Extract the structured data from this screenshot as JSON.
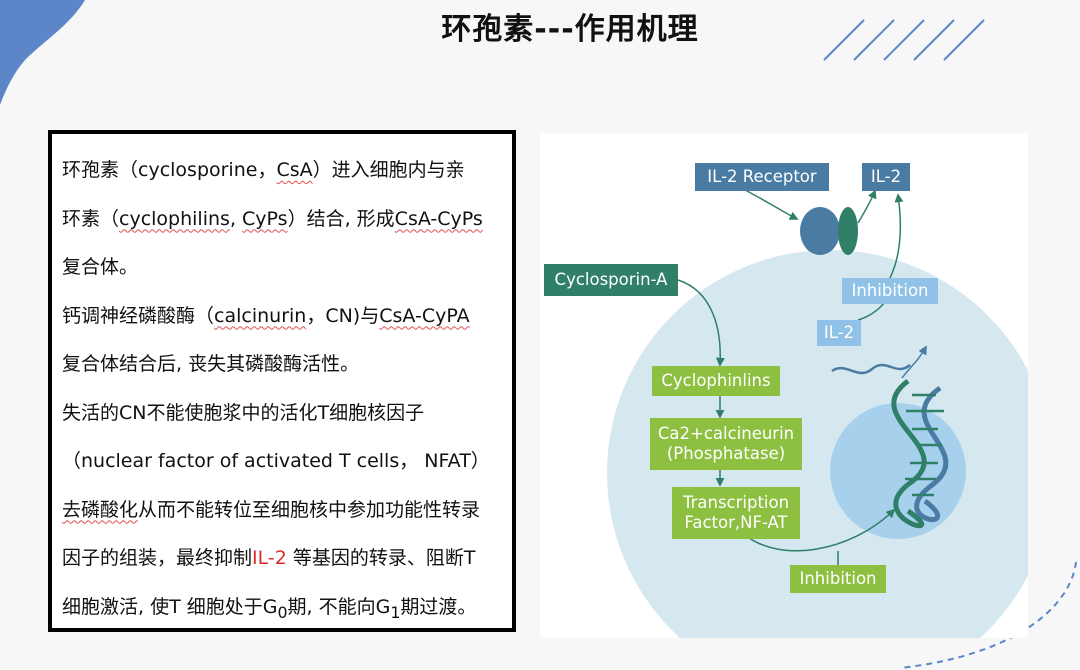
{
  "title": "环孢素---作用机理",
  "paragraph": [
    [
      {
        "t": "环孢素（cyclosporine，"
      },
      {
        "t": "CsA",
        "s": "squiggle"
      },
      {
        "t": "）进入细胞内与亲"
      }
    ],
    [
      {
        "t": "环素（"
      },
      {
        "t": "cyclophilins",
        "s": "squiggle"
      },
      {
        "t": ", "
      },
      {
        "t": "CyPs",
        "s": "squiggle"
      },
      {
        "t": "）结合, 形成"
      },
      {
        "t": "CsA-CyPs",
        "s": "squiggle"
      }
    ],
    [
      {
        "t": "复合体。"
      }
    ],
    [
      {
        "t": "钙调神经磷酸酶（"
      },
      {
        "t": "calcinurin",
        "s": "squiggle"
      },
      {
        "t": "，CN)与"
      },
      {
        "t": "CsA-CyPA",
        "s": "squiggle"
      }
    ],
    [
      {
        "t": "复合体结合后, 丧失其磷酸酶活性。"
      }
    ],
    [
      {
        "t": "失活的CN不能使胞浆中的活化T细胞核因子"
      }
    ],
    [
      {
        "t": "（nuclear factor of activated T cells， NFAT）"
      }
    ],
    [
      {
        "t": "去磷酸化",
        "s": "squiggle"
      },
      {
        "t": "从而不能转位至细胞核中参加功能性转录"
      }
    ],
    [
      {
        "t": "因子的组装，最终抑制"
      },
      {
        "t": "IL-2",
        "s": "red"
      },
      {
        "t": " 等基因的转录、阻断T"
      }
    ],
    [
      {
        "t": "细胞激活, 使T 细胞处于G"
      },
      {
        "t": "0",
        "s": "sub"
      },
      {
        "t": "期, 不能向G"
      },
      {
        "t": "1",
        "s": "sub"
      },
      {
        "t": "期过渡。"
      }
    ]
  ],
  "diagram": {
    "il2_receptor": "IL-2 Receptor",
    "il2_top": "IL-2",
    "cyclosporin_a": "Cyclosporin-A",
    "inhibition_right": "Inhibition",
    "il2_mid": "IL-2",
    "cyclophilins": "Cyclophinlins",
    "ca2_line1": "Ca2+calcineurin",
    "ca2_line2": "(Phosphatase)",
    "tf_line1": "Transcription",
    "tf_line2": "Factor,NF-AT",
    "inhibition_bottom": "Inhibition"
  },
  "colors": {
    "accent_blue": "#4a7ba3",
    "accent_green": "#2f7f69",
    "node_lime": "#8dbf41",
    "node_light_blue": "#8fc2e6",
    "highlight_red": "#e02b2b"
  }
}
